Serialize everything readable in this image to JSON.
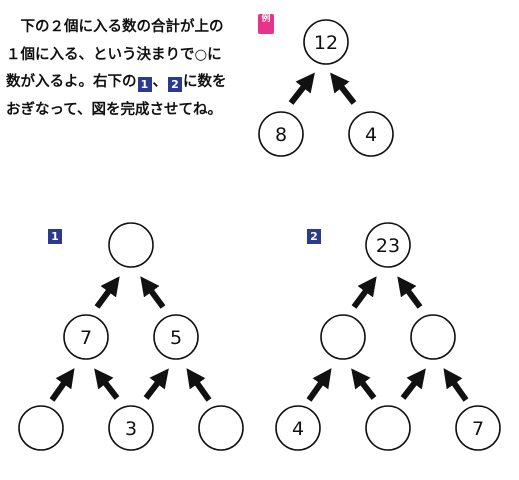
{
  "instructions": {
    "lines": [
      "　下の２個に入る数の合計が上の",
      "１個に入る、という決まりで○に",
      "数が入るよ。右下の",
      "、",
      "に数を",
      "おぎなって、図を完成させてね。"
    ]
  },
  "example": {
    "badge_label": "例",
    "top": "12",
    "left": "8",
    "right": "4"
  },
  "puzzle1": {
    "badge_label": "1",
    "top": "",
    "middle": [
      "7",
      "5"
    ],
    "bottom": [
      "",
      "3",
      ""
    ]
  },
  "puzzle2": {
    "badge_label": "2",
    "top": "23",
    "middle": [
      "",
      ""
    ],
    "bottom": [
      "4",
      "",
      "7"
    ]
  },
  "colors": {
    "example_badge": "#e8338c",
    "number_badge": "#2b3a8e",
    "stroke": "#111111"
  }
}
